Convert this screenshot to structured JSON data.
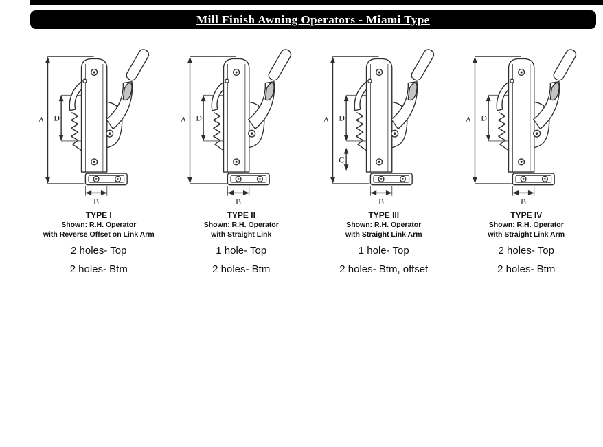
{
  "header": {
    "title": "Mill Finish Awning Operators - Miami Type"
  },
  "dims": {
    "a": "A",
    "d": "D",
    "b": "B",
    "c": "C"
  },
  "operators": [
    {
      "type": "TYPE I",
      "shown": "Shown: R.H. Operator",
      "description": "with Reverse Offset on Link Arm",
      "holes_top": "2 holes- Top",
      "holes_btm": "2 holes- Btm"
    },
    {
      "type": "TYPE II",
      "shown": "Shown: R.H. Operator",
      "description": "with Straight Link",
      "holes_top": "1 hole- Top",
      "holes_btm": "2 holes- Btm"
    },
    {
      "type": "TYPE III",
      "shown": "Shown: R.H. Operator",
      "description": "with Straight Link Arm",
      "holes_top": "1 hole- Top",
      "holes_btm": "2 holes- Btm, offset"
    },
    {
      "type": "TYPE IV",
      "shown": "Shown: R.H. Operator",
      "description": "with Straight Link Arm",
      "holes_top": "2 holes- Top",
      "holes_btm": "2 holes- Btm"
    }
  ]
}
